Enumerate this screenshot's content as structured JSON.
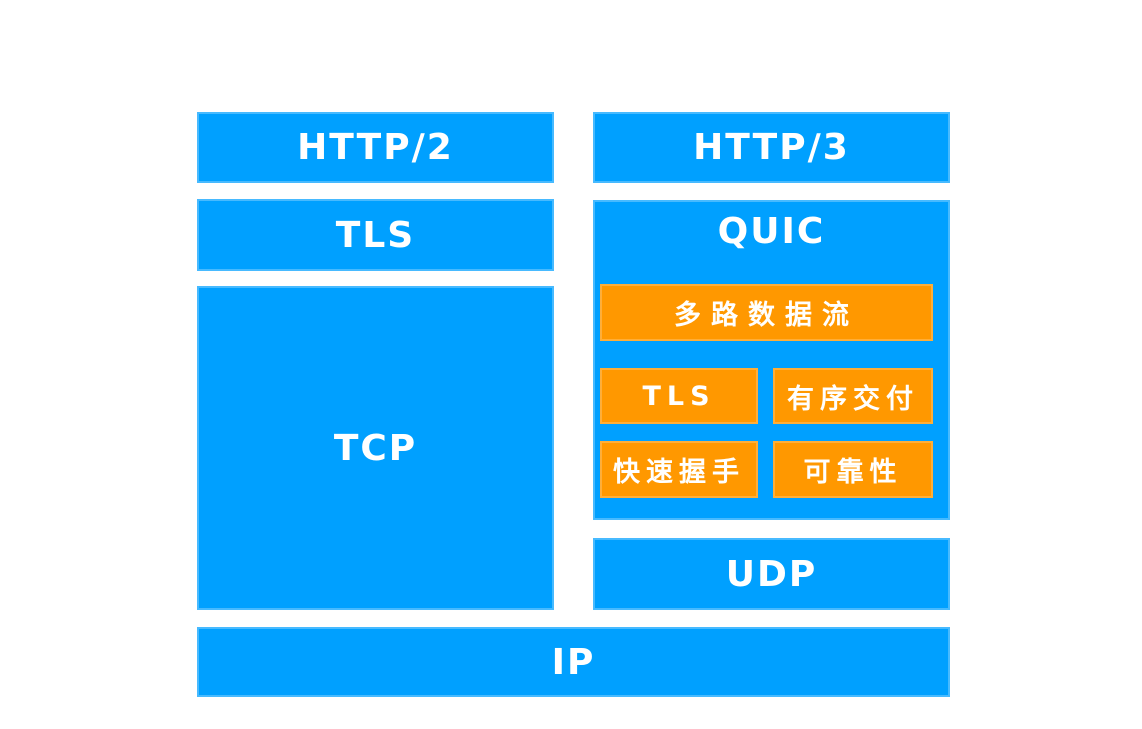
{
  "colors": {
    "layer_blue": "#00a0ff",
    "feature_orange": "#ff9800",
    "label_text": "#ffffff",
    "background": "#ffffff"
  },
  "diagram": {
    "type": "protocol-stack-comparison",
    "columns": [
      {
        "name": "http2-stack",
        "layers": [
          {
            "label": "HTTP/2"
          },
          {
            "label": "TLS"
          },
          {
            "label": "TCP"
          }
        ]
      },
      {
        "name": "http3-stack",
        "layers": [
          {
            "label": "HTTP/3"
          },
          {
            "label": "QUIC",
            "features": [
              "多路数据流",
              "TLS",
              "有序交付",
              "快速握手",
              "可靠性"
            ]
          },
          {
            "label": "UDP"
          }
        ]
      }
    ],
    "base_layer": {
      "label": "IP"
    }
  }
}
